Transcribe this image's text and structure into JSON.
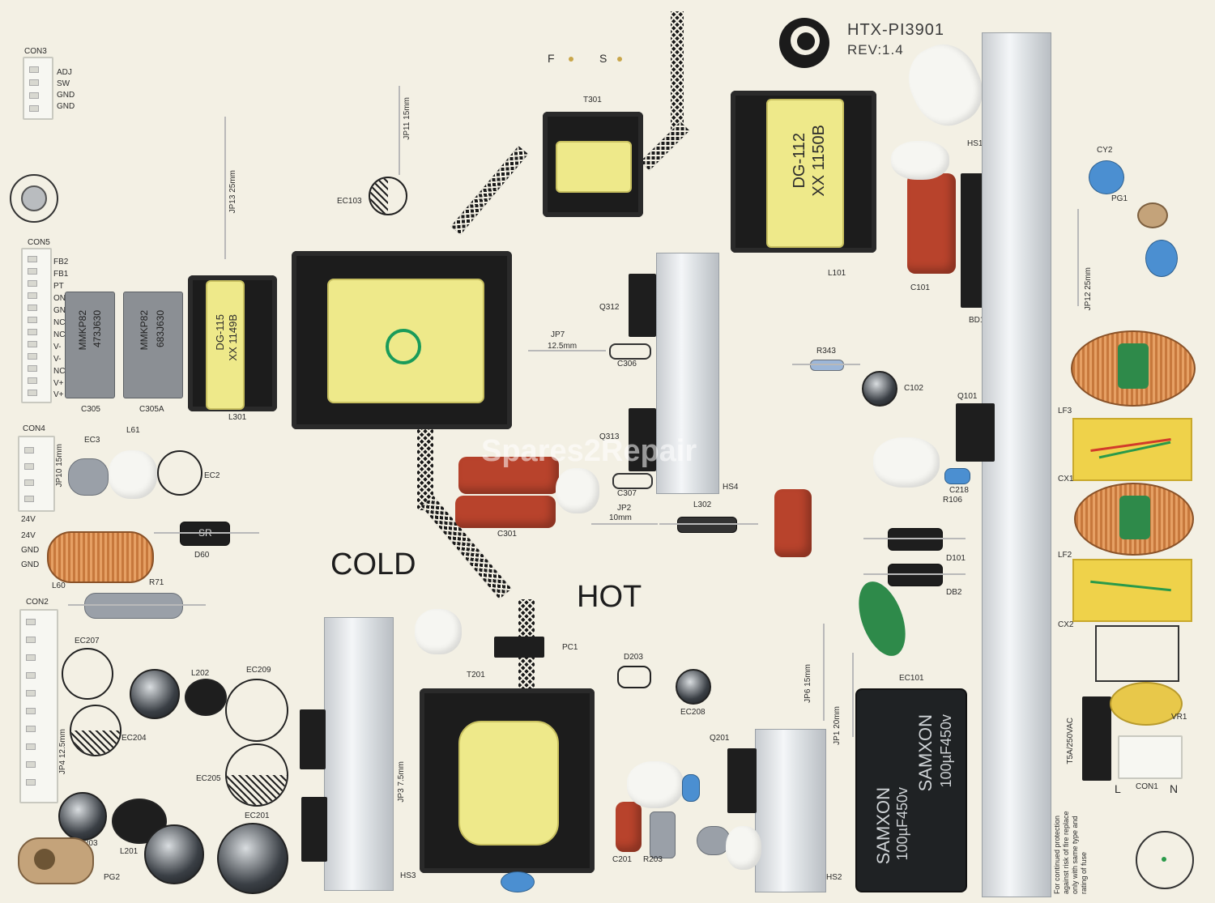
{
  "board": {
    "model": "HTX-PI3901",
    "revision": "REV:1.4",
    "cold_label": "COLD",
    "hot_label": "HOT",
    "watermark": "Spares2Repair"
  },
  "connectors": {
    "con3": {
      "name": "CON3",
      "pins": [
        "ADJ",
        "SW",
        "GND",
        "GND"
      ]
    },
    "con5": {
      "name": "CON5",
      "pins": [
        "FB2",
        "FB1",
        "PT",
        "ON",
        "GND",
        "NC",
        "NC",
        "V-",
        "V-",
        "NC",
        "V+",
        "V+"
      ]
    },
    "con4": {
      "name": "CON4",
      "pins": [
        "24V",
        "24V",
        "GND",
        "GND"
      ]
    },
    "con2": {
      "name": "CON2"
    },
    "con1": {
      "name": "CON1",
      "left": "L",
      "right": "N"
    }
  },
  "labels": {
    "t301": "T301",
    "f": "F",
    "s": "S",
    "jp11": "JP11",
    "jp11_len": "15mm",
    "jp13": "JP13",
    "jp13_len": "25mm",
    "ec103": "EC103",
    "c305": "C305",
    "c305a": "C305A",
    "l301": "L301",
    "ec3": "EC3",
    "l61": "L61",
    "ec2": "EC2",
    "jp10": "JP10",
    "jp10_len": "15mm",
    "d60": "D60",
    "l60": "L60",
    "r71": "R71",
    "ec207": "EC207",
    "l202": "L202",
    "ec209": "EC209",
    "ec204": "EC204",
    "ec205": "EC205",
    "jp4": "JP4",
    "jp4_len": "12.5mm",
    "ec203": "EC203",
    "l201": "L201",
    "ec201": "EC201",
    "pg2": "PG2",
    "hs3": "HS3",
    "pc1": "PC1",
    "t201": "T201",
    "jp3": "JP3",
    "jp3_len": "7.5mm",
    "d203": "D203",
    "ec208": "EC208",
    "c201": "C201",
    "r203": "R203",
    "q201": "Q201",
    "hs2": "HS2",
    "jp7": "JP7",
    "jp7_len": "12.5mm",
    "c306": "C306",
    "q312": "Q312",
    "q313": "Q313",
    "c307": "C307",
    "hs4": "HS4",
    "c301": "C301",
    "jp2": "JP2",
    "jp2_len": "10mm",
    "l302": "L302",
    "l101": "L101",
    "c101": "C101",
    "hs1": "HS1",
    "bd1": "BD1",
    "r343": "R343",
    "c102": "C102",
    "q101": "Q101",
    "c218": "C218",
    "r106": "R106",
    "d101": "D101",
    "db2": "DB2",
    "ec101": "EC101",
    "jp6": "JP6",
    "jp6_len": "15mm",
    "jp1": "JP1",
    "jp1_len": "20mm",
    "cy2": "CY2",
    "pg1": "PG1",
    "jp12": "JP12",
    "jp12_len": "25mm",
    "lf3": "LF3",
    "cx1": "CX1",
    "lf2": "LF2",
    "cx2": "CX2",
    "vr1": "VR1",
    "fuse_rating": "T5A/250VAC"
  },
  "component_markings": {
    "l101_top": "DG-112",
    "l101_bottom": "XX 1150B",
    "l301_top": "DG-115",
    "l301_bottom": "XX 1149B",
    "c305_line1": "MMKP82",
    "c305_line2": "473J630",
    "c305a_line1": "MMKP82",
    "c305a_line2": "683J630",
    "ec101_brand": "SAMXON",
    "ec101_rating": "100µF450v",
    "d60_mark": "SR"
  },
  "fuse_warning": "For continued protection against risk of fire replace only with same type and rating of fuse"
}
